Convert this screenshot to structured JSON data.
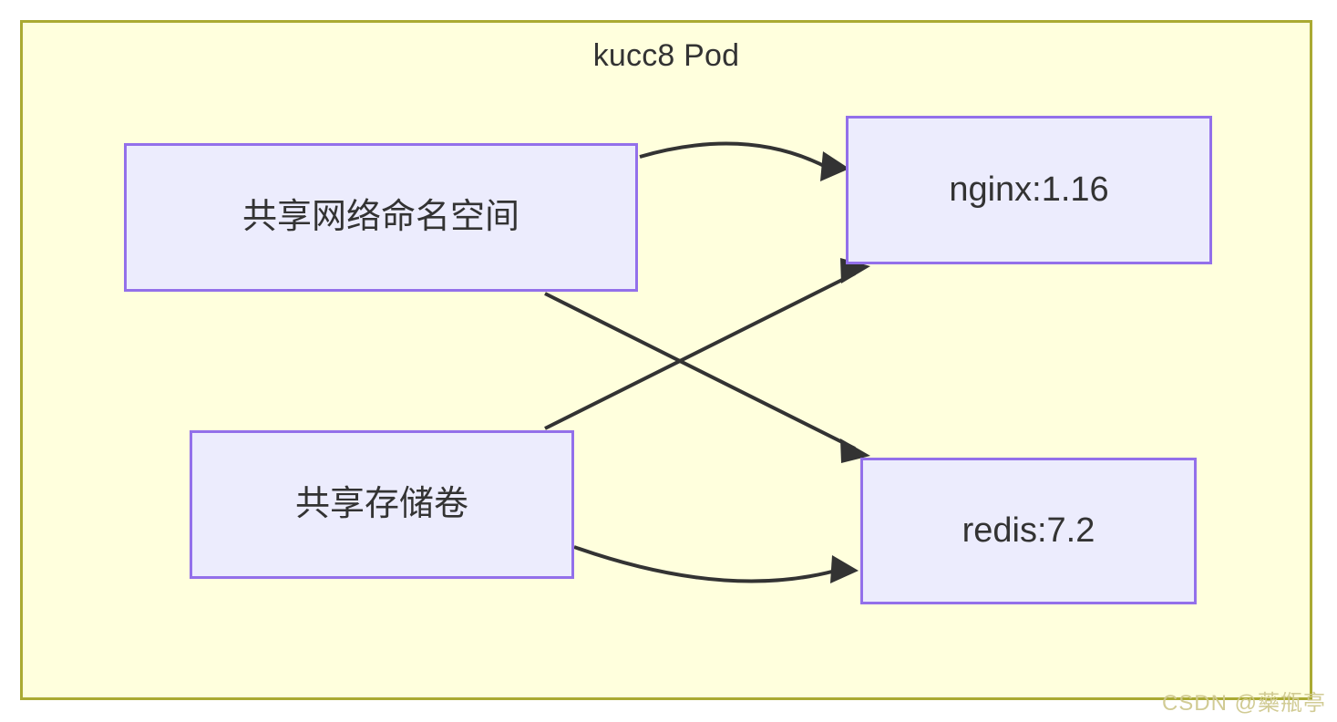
{
  "diagram": {
    "type": "flow-diagram",
    "container": {
      "title": "kucc8 Pod",
      "fill_color": "#ffffdd",
      "border_color": "#aaaa33"
    },
    "node_style": {
      "fill_color": "#ececfd",
      "border_color": "#9370ea",
      "text_color": "#333333"
    },
    "nodes": [
      {
        "id": "shared-network",
        "label": "共享网络命名空间"
      },
      {
        "id": "shared-volume",
        "label": "共享存储卷"
      },
      {
        "id": "nginx",
        "label": "nginx:1.16"
      },
      {
        "id": "redis",
        "label": "redis:7.2"
      }
    ],
    "edges": [
      {
        "id": "net-to-nginx",
        "from": "shared-network",
        "to": "nginx",
        "shape": "curve",
        "label": ""
      },
      {
        "id": "net-to-redis",
        "from": "shared-network",
        "to": "redis",
        "shape": "straight",
        "label": ""
      },
      {
        "id": "volume-to-nginx",
        "from": "shared-volume",
        "to": "nginx",
        "shape": "straight",
        "label": ""
      },
      {
        "id": "volume-to-redis",
        "from": "shared-volume",
        "to": "redis",
        "shape": "curve",
        "label": ""
      }
    ]
  },
  "watermark": {
    "text": "CSDN @藥甁亭",
    "color": "#cfc98f"
  }
}
